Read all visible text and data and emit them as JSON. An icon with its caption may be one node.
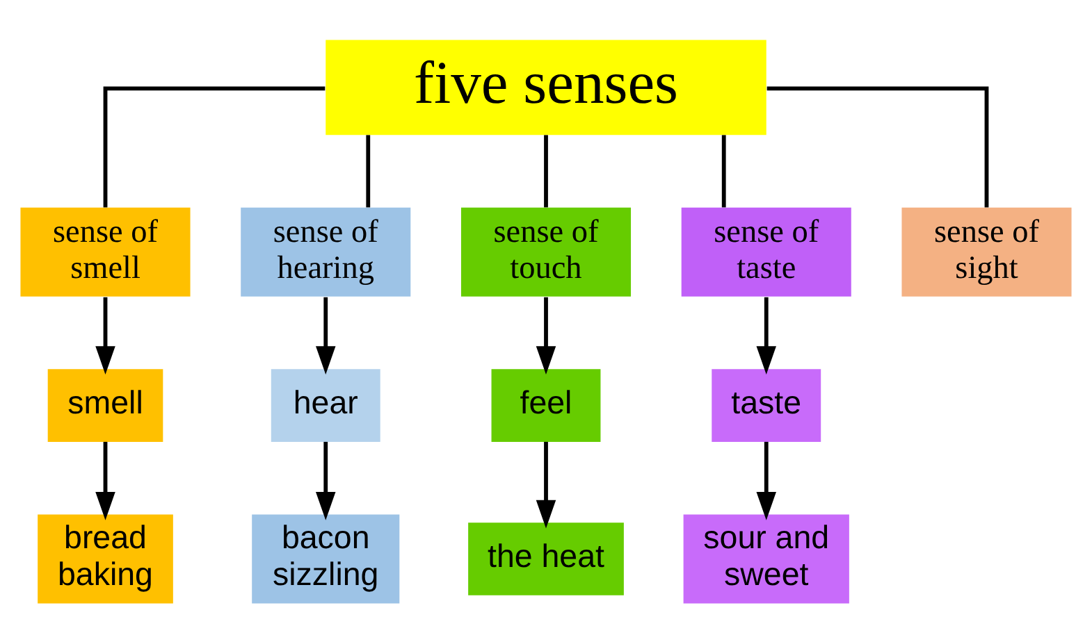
{
  "diagram": {
    "nodes": [
      {
        "text": [
          "five senses"
        ]
      },
      {
        "text": [
          "sense of smell"
        ]
      },
      {
        "text": [
          "sense of hearing"
        ]
      },
      {
        "text": [
          "sense of touch"
        ]
      },
      {
        "text": [
          "sense of taste"
        ]
      },
      {
        "text": [
          "sense of sight"
        ]
      },
      {
        "text": [
          "smell"
        ]
      },
      {
        "text": [
          "hear"
        ]
      },
      {
        "text": [
          "feel"
        ]
      },
      {
        "text": [
          "taste"
        ]
      },
      {
        "text": [
          "bread baking"
        ]
      },
      {
        "text": [
          "bacon sizzling"
        ]
      },
      {
        "text": [
          "the heat"
        ]
      },
      {
        "text": [
          "sour and sweet"
        ]
      }
    ],
    "edges": [
      {
        "from": 0,
        "to": 1,
        "arrow": "none"
      },
      {
        "from": 0,
        "to": 2,
        "arrow": "none"
      },
      {
        "from": 0,
        "to": 3,
        "arrow": "none"
      },
      {
        "from": 0,
        "to": 4,
        "arrow": "none"
      },
      {
        "from": 0,
        "to": 5,
        "arrow": "none"
      },
      {
        "from": 1,
        "to": 6,
        "arrow": "to"
      },
      {
        "from": 2,
        "to": 7,
        "arrow": "to"
      },
      {
        "from": 3,
        "to": 8,
        "arrow": "to"
      },
      {
        "from": 4,
        "to": 9,
        "arrow": "to"
      },
      {
        "from": 6,
        "to": 10,
        "arrow": "to"
      },
      {
        "from": 7,
        "to": 11,
        "arrow": "to"
      },
      {
        "from": 8,
        "to": 12,
        "arrow": "to"
      },
      {
        "from": 9,
        "to": 13,
        "arrow": "to"
      }
    ]
  }
}
